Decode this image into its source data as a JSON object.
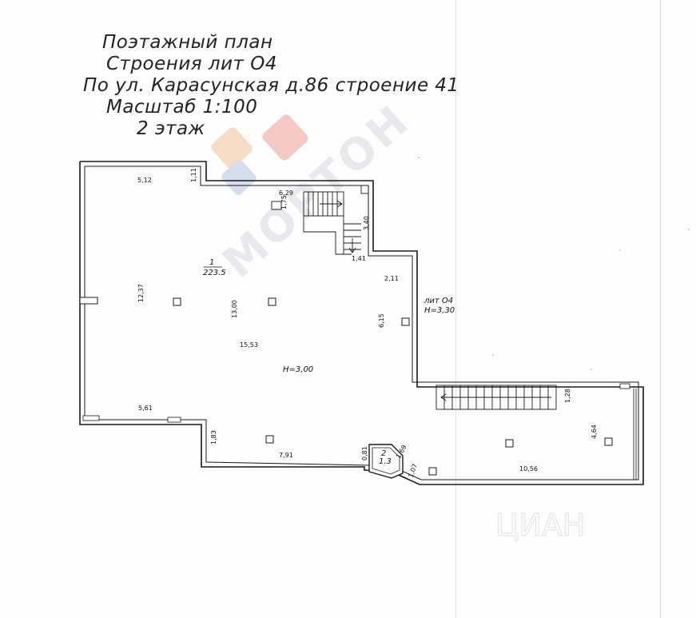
{
  "title": {
    "line1": "Поэтажный план",
    "line2": "Строения лит  О4",
    "line3": "По ул. Карасунская д.86 строение 41",
    "line4": "Масштаб 1:100",
    "line5": "2  этаж"
  },
  "plan": {
    "room1_number": "1",
    "room1_area": "223.5",
    "room2_number": "2",
    "room2_area": "1.3",
    "height_main": "H=3,00",
    "lit_label": "лит О4",
    "height_lit": "H=3,30",
    "dims": {
      "top_left": "5,12",
      "top_step": "1,11",
      "stair_top": "6,29",
      "stair_side": "1,75",
      "stair_vert": "3,40",
      "stair_bottom": "1,41",
      "right_upper": "2,11",
      "right_mid": "6,15",
      "left_height": "12,37",
      "center_height": "13,00",
      "center_width": "15,53",
      "bottom_left": "5,61",
      "bottom_step": "1,83",
      "bottom_width": "7,91",
      "small_room_a": "0,81",
      "small_room_b": "1,69",
      "small_room_c": "1,07",
      "east_top": "1,28",
      "east_height": "4,64",
      "east_width": "10,56"
    }
  },
  "watermarks": {
    "morton": "МОРТОН",
    "cian": "ЦИАН"
  },
  "colors": {
    "wall": "#1a1a1a",
    "watermark_red": "#f2b8b0",
    "watermark_blue": "#c9d4ea",
    "watermark_orange": "#f6d2b4"
  }
}
